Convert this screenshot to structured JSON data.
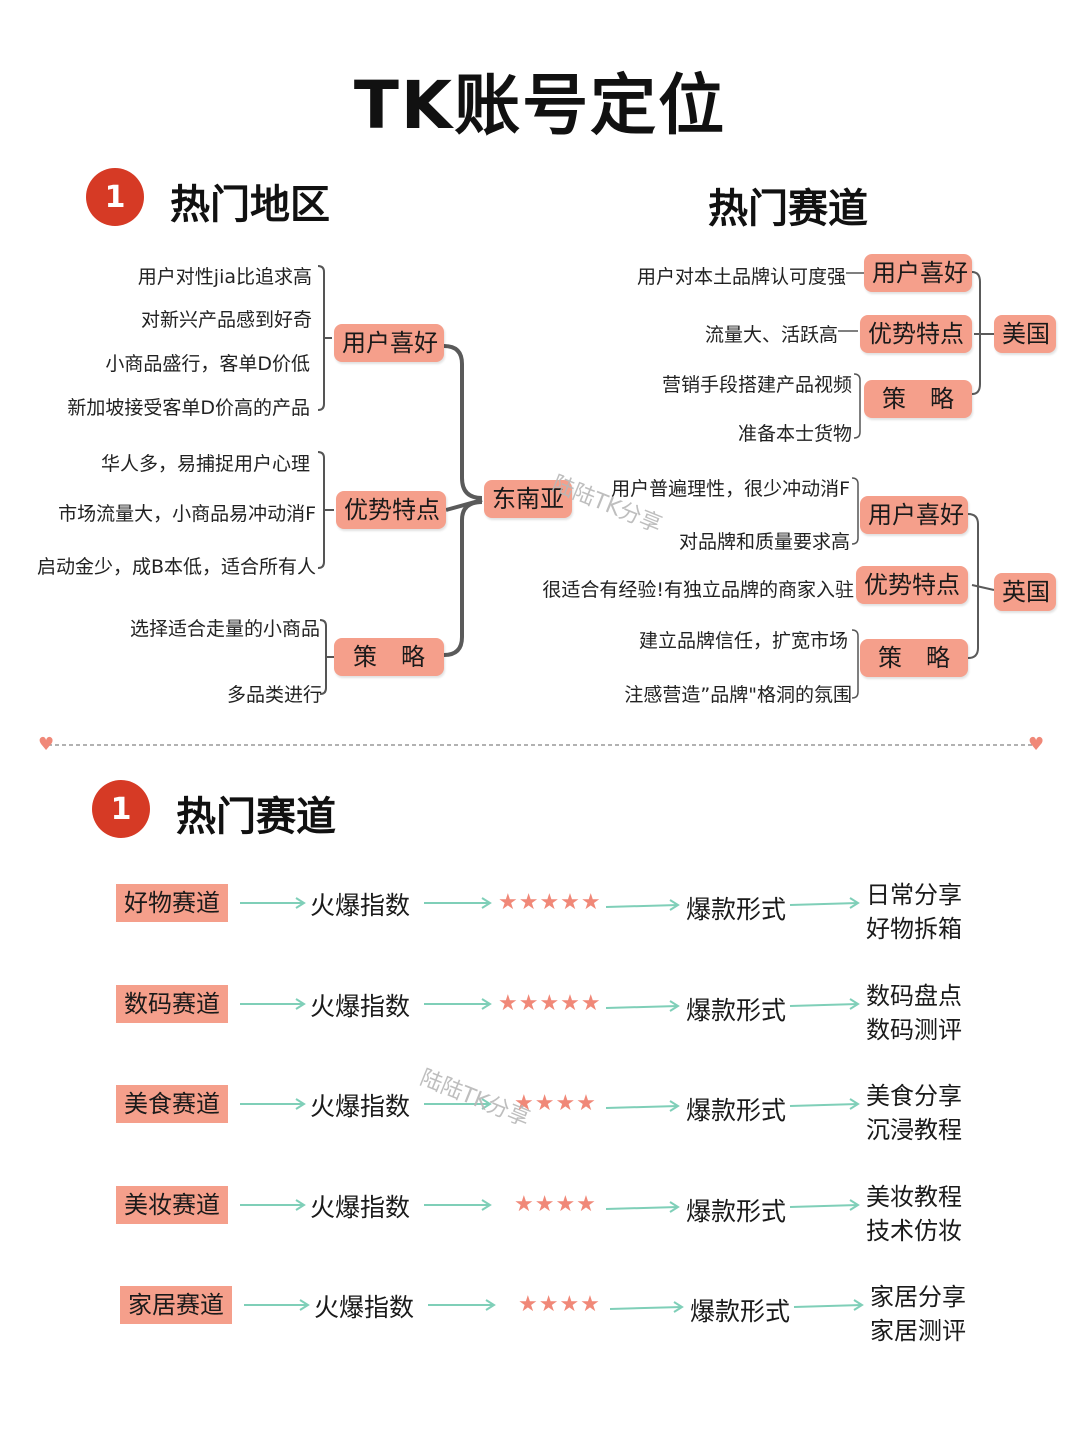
{
  "title": "TK账号定位",
  "section1": {
    "badge": "1",
    "left_title": "热门地区",
    "right_title": "热门赛道",
    "watermark": "陆陆TK分享",
    "sea": {
      "center": "东南亚",
      "groups": [
        {
          "label": "用户喜好",
          "notes": [
            "用户对性jia比追求高",
            "对新兴产品感到好奇",
            "小商品盛行，客单D价低",
            "新加坡接受客单D价高的产品"
          ]
        },
        {
          "label": "优势特点",
          "notes": [
            "华人多，易捕捉用户心理",
            "市场流量大，小商品易冲动消F",
            "启动金少，成B本低，适合所有人"
          ]
        },
        {
          "label": "策　略",
          "notes": [
            "选择适合走量的小商品",
            "多品类进行"
          ]
        }
      ]
    },
    "us": {
      "center": "美国",
      "groups": [
        {
          "label": "用户喜好",
          "notes": [
            "用户对本土品牌认可度强"
          ]
        },
        {
          "label": "优势特点",
          "notes": [
            "流量大、活跃高"
          ]
        },
        {
          "label": "策　略",
          "notes": [
            "营销手段搭建产品视频",
            "准备本士货物"
          ]
        }
      ]
    },
    "uk": {
      "center": "英国",
      "groups": [
        {
          "label": "用户喜好",
          "notes": [
            "用户普遍理性，很少冲动消F",
            "对品牌和质量要求高"
          ]
        },
        {
          "label": "优势特点",
          "notes": [
            "很适合有经验!有独立品牌的商家入驻"
          ]
        },
        {
          "label": "策　略",
          "notes": [
            "建立品牌信任，扩宽市场",
            "注感营造”品牌\"格洞的氛围"
          ]
        }
      ]
    }
  },
  "section2": {
    "badge": "1",
    "title": "热门赛道",
    "watermark": "陆陆TK分享",
    "rows": [
      {
        "track": "好物赛道",
        "index_label": "火爆指数",
        "stars": "★★★★★",
        "star_count": 5,
        "format_label": "爆款形式",
        "formats": [
          "日常分享",
          "好物拆箱"
        ]
      },
      {
        "track": "数码赛道",
        "index_label": "火爆指数",
        "stars": "★★★★★",
        "star_count": 5,
        "format_label": "爆款形式",
        "formats": [
          "数码盘点",
          "数码测评"
        ]
      },
      {
        "track": "美食赛道",
        "index_label": "火爆指数",
        "stars": "★★★★",
        "star_count": 4,
        "format_label": "爆款形式",
        "formats": [
          "美食分享",
          "沉浸教程"
        ]
      },
      {
        "track": "美妆赛道",
        "index_label": "火爆指数",
        "stars": "★★★★",
        "star_count": 4,
        "format_label": "爆款形式",
        "formats": [
          "美妆教程",
          "技术仿妆"
        ]
      },
      {
        "track": "家居赛道",
        "index_label": "火爆指数",
        "stars": "★★★★",
        "star_count": 4,
        "format_label": "爆款形式",
        "formats": [
          "家居分享",
          "家居测评"
        ]
      }
    ]
  },
  "colors": {
    "accent": "#f59f8b",
    "badge": "#d63a25",
    "connector": "#5a5a5a",
    "arrow": "#7fcfb8",
    "divider": "#999999",
    "heart": "#f08878"
  }
}
